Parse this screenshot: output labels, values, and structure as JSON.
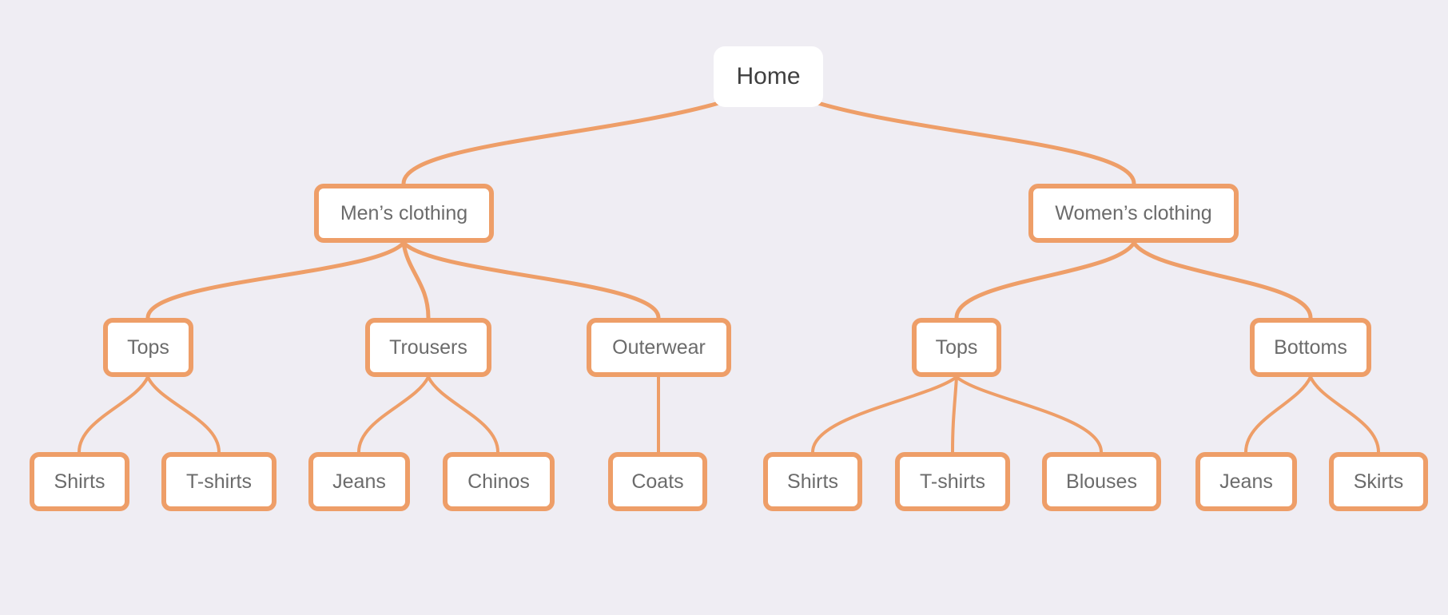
{
  "tree": {
    "root": "Home",
    "branches": [
      {
        "label": "Men’s clothing",
        "children": [
          {
            "label": "Tops",
            "children": [
              "Shirts",
              "T-shirts"
            ]
          },
          {
            "label": "Trousers",
            "children": [
              "Jeans",
              "Chinos"
            ]
          },
          {
            "label": "Outerwear",
            "children": [
              "Coats"
            ]
          }
        ]
      },
      {
        "label": "Women’s clothing",
        "children": [
          {
            "label": "Tops",
            "children": [
              "Shirts",
              "T-shirts",
              "Blouses"
            ]
          },
          {
            "label": "Bottoms",
            "children": [
              "Jeans",
              "Skirts"
            ]
          }
        ]
      }
    ]
  },
  "colors": {
    "background": "#efedf3",
    "connector": "#ee9e68",
    "node_border": "#ee9e68",
    "node_fill": "#ffffff",
    "text": "#6b6b6b"
  }
}
